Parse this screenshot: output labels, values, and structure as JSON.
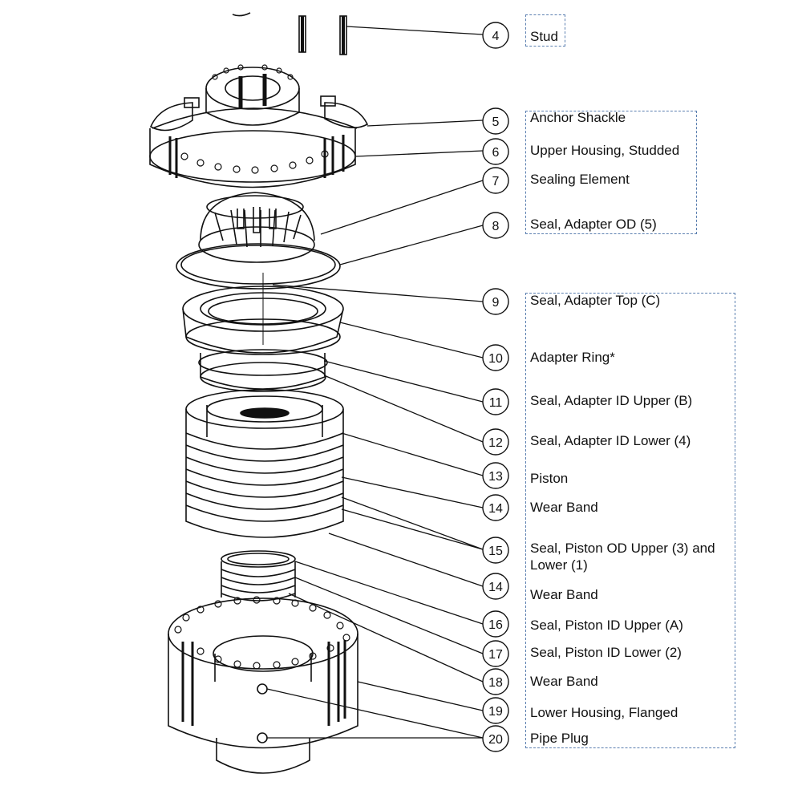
{
  "callouts": [
    {
      "num": "4",
      "label": "Stud"
    },
    {
      "num": "5",
      "label": "Anchor Shackle"
    },
    {
      "num": "6",
      "label": "Upper Housing, Studded"
    },
    {
      "num": "7",
      "label": "Sealing Element"
    },
    {
      "num": "8",
      "label": "Seal, Adapter OD (5)"
    },
    {
      "num": "9",
      "label": "Seal, Adapter Top (C)"
    },
    {
      "num": "10",
      "label": "Adapter Ring*"
    },
    {
      "num": "11",
      "label": "Seal, Adapter ID Upper (B)"
    },
    {
      "num": "12",
      "label": "Seal, Adapter ID Lower (4)"
    },
    {
      "num": "13",
      "label": "Piston"
    },
    {
      "num": "14",
      "label": "Wear Band"
    },
    {
      "num": "15",
      "label": "Seal, Piston OD Upper (3) and Lower (1)"
    },
    {
      "num": "14",
      "label": "Wear Band"
    },
    {
      "num": "16",
      "label": "Seal, Piston ID Upper (A)"
    },
    {
      "num": "17",
      "label": "Seal, Piston ID Lower (2)"
    },
    {
      "num": "18",
      "label": "Wear Band"
    },
    {
      "num": "19",
      "label": "Lower Housing, Flanged"
    },
    {
      "num": "20",
      "label": "Pipe Plug"
    }
  ],
  "colors": {
    "line": "#111111",
    "box_border": "#5b7fb0"
  }
}
